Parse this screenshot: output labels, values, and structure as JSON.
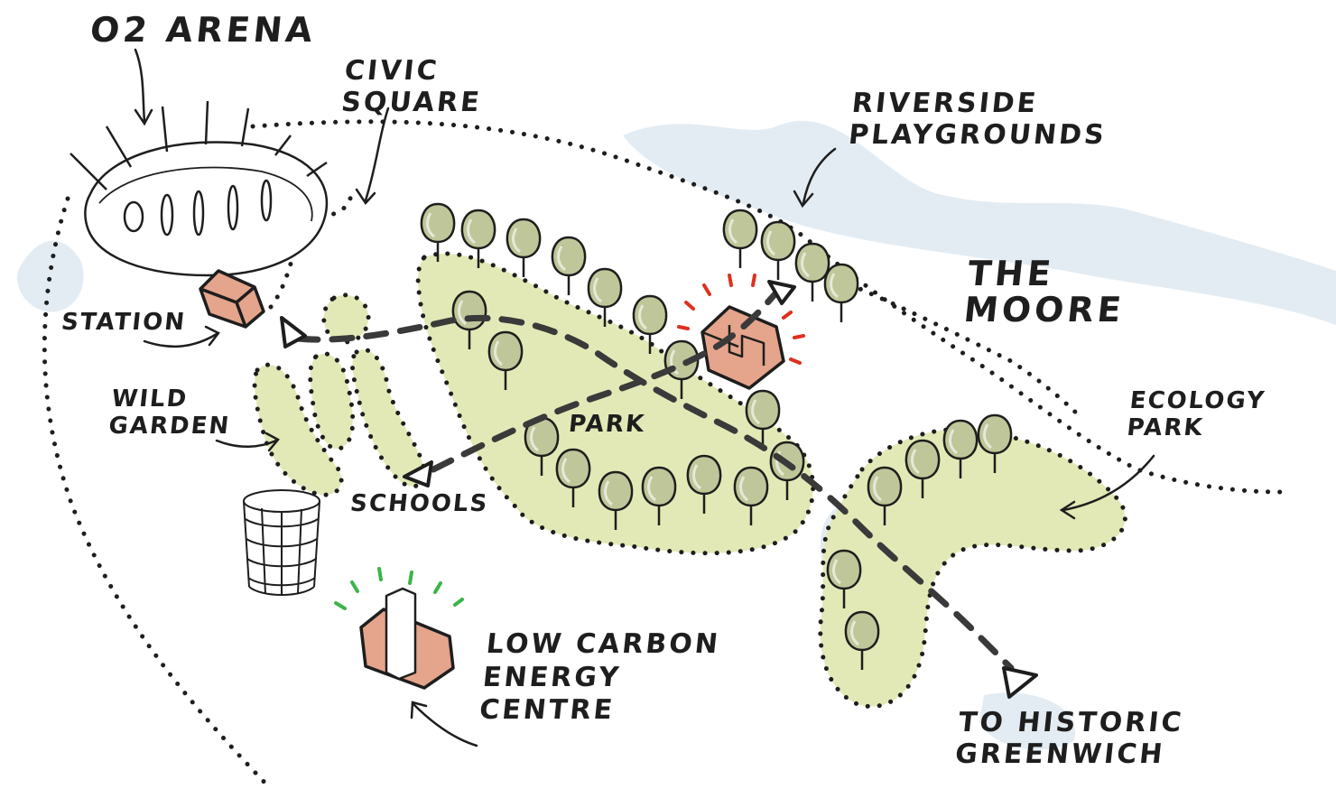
{
  "map": {
    "labels": {
      "o2_arena": "O2 ARENA",
      "civic_square": [
        "CIVIC",
        "SQUARE"
      ],
      "riverside_playgrounds": [
        "RIVERSIDE",
        "PLAYGROUNDS"
      ],
      "the_moore": [
        "THE",
        "MOORE"
      ],
      "station": "STATION",
      "wild_garden": [
        "WILD",
        "GARDEN"
      ],
      "park": "PARK",
      "schools": "SCHOOLS",
      "ecology_park": [
        "ECOLOGY",
        "PARK"
      ],
      "low_carbon_energy_centre": [
        "LOW CARBON",
        "ENERGY",
        "CENTRE"
      ],
      "to_historic_greenwich": [
        "TO HISTORIC",
        "GREENWICH"
      ]
    },
    "colors": {
      "park_green": "#e2e9b6",
      "tree_green": "#bfc79a",
      "water_blue": "#e3ecf2",
      "building_fill": "#e5a48c",
      "ink": "#1e1e1e",
      "accent_red": "#e0301e",
      "accent_green": "#3bb44a"
    },
    "icons": [
      "arena-dome-icon",
      "station-building-icon",
      "moore-building-icon",
      "energy-centre-building-icon",
      "cylinder-tower-icon",
      "tree-icon",
      "arrow-icon"
    ]
  }
}
